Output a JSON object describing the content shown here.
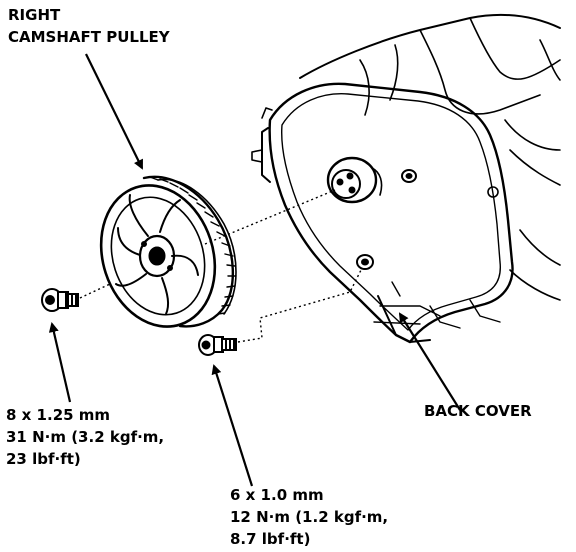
{
  "labels": {
    "pulley": [
      "RIGHT",
      "CAMSHAFT PULLEY"
    ],
    "back_cover": "BACK COVER",
    "bolt_large": [
      "8 x 1.25 mm",
      "31 N·m (3.2 kgf·m,",
      "23 lbf·ft)"
    ],
    "bolt_small": [
      "6 x 1.0 mm",
      "12 N·m (1.2 kgf·m,",
      "8.7 lbf·ft)"
    ]
  },
  "colors": {
    "ink": "#000000",
    "paper": "#ffffff"
  }
}
